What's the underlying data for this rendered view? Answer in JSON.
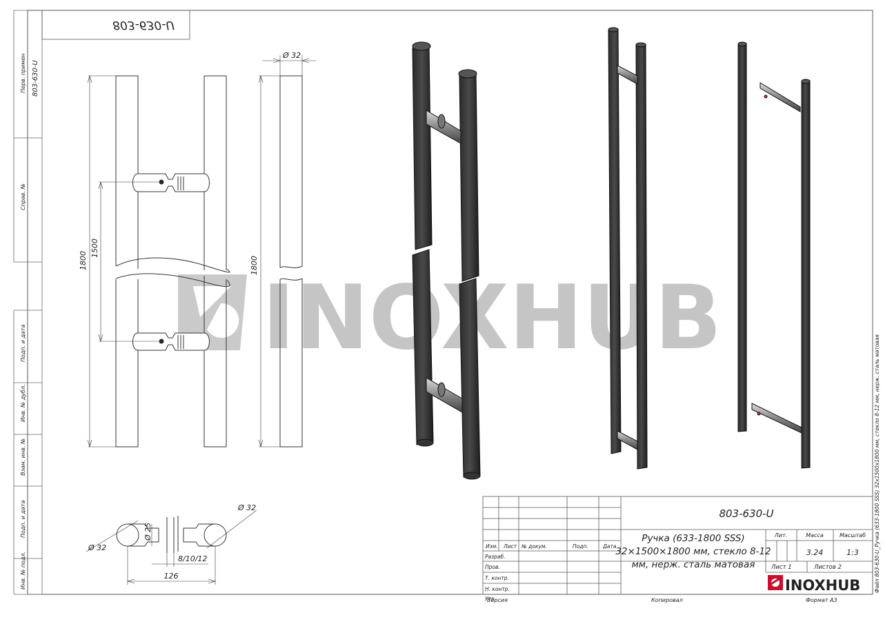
{
  "drawing": {
    "code": "803-630-U",
    "code_mirrored": "803-630-U",
    "watermark": "INOXHUB",
    "right_margin_note": "Файл 803-630-U_Ручка (633-1800 SSS) 32х1500х1800 мм, стекло 8-12 мм, нерж. сталь матовая"
  },
  "left_strip": {
    "labels": [
      "Перв. примен",
      "Справ. №",
      "Подп. и дата",
      "Инв. № дубл.",
      "Взам. инв. №",
      "Подп. и дата",
      "Инв. № подл."
    ],
    "code": "803-630-U"
  },
  "dimensions": {
    "d32_top": "Ø 32",
    "h1800_front": "1800",
    "h1500": "1500",
    "h1800_side": "1800",
    "d32_left": "Ø 32",
    "d25": "Ø 25",
    "d32_right": "Ø 32",
    "glass": "8/10/12",
    "width126": "126"
  },
  "title_block": {
    "code": "803-630-U",
    "title_line1": "Ручка (633-1800 SSS)",
    "title_line2": "32×1500×1800 мм, стекло 8-12",
    "title_line3": "мм, нерж. сталь матовая",
    "headers": {
      "izm": "Изм.",
      "list": "Лист",
      "doc": "№ докум.",
      "podp": "Подп.",
      "date": "Дата"
    },
    "roles": [
      "Разраб.",
      "Пров.",
      "Т. контр.",
      "Н. контр.",
      "Утв."
    ],
    "lit": "Лит.",
    "massa_label": "Масса",
    "scale_label": "Масштаб",
    "massa": "3.24",
    "scale": "1:3",
    "sheet": "Лист 1",
    "sheets": "Листов 2",
    "logo": "INOXHUB"
  },
  "footer": {
    "version": "Версия",
    "copied": "Копировал",
    "format": "Формат A3"
  }
}
